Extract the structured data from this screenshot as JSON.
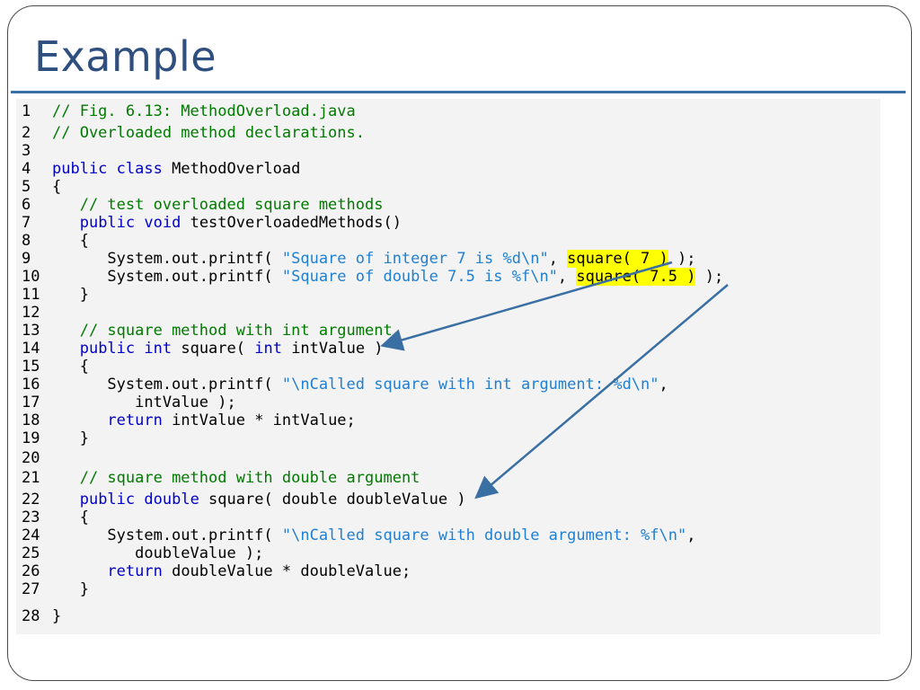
{
  "slide": {
    "title": "Example"
  },
  "code": [
    {
      "n": "1",
      "parts": [
        {
          "t": "// Fig. 6.13: MethodOverload.java",
          "c": "cmt"
        }
      ]
    },
    {
      "n": "2",
      "parts": [
        {
          "t": "// Overloaded method declarations.",
          "c": "cmt"
        }
      ]
    },
    {
      "n": "3",
      "parts": []
    },
    {
      "n": "4",
      "parts": [
        {
          "t": "public",
          "c": "kw"
        },
        {
          "t": " "
        },
        {
          "t": "class",
          "c": "kw"
        },
        {
          "t": " MethodOverload"
        }
      ]
    },
    {
      "n": "5",
      "parts": [
        {
          "t": "{"
        }
      ]
    },
    {
      "n": "6",
      "parts": [
        {
          "t": "   "
        },
        {
          "t": "// test overloaded square methods",
          "c": "cmt"
        }
      ]
    },
    {
      "n": "7",
      "parts": [
        {
          "t": "   "
        },
        {
          "t": "public",
          "c": "kw"
        },
        {
          "t": " "
        },
        {
          "t": "void",
          "c": "kw"
        },
        {
          "t": " testOverloadedMethods()"
        }
      ]
    },
    {
      "n": "8",
      "parts": [
        {
          "t": "   {"
        }
      ]
    },
    {
      "n": "9",
      "parts": [
        {
          "t": "      System.out.printf( "
        },
        {
          "t": "\"Square of integer 7 is %d\\n\"",
          "c": "str"
        },
        {
          "t": ", "
        },
        {
          "t": "square( 7 )",
          "c": "hl"
        },
        {
          "t": " );"
        }
      ]
    },
    {
      "n": "10",
      "parts": [
        {
          "t": "      System.out.printf( "
        },
        {
          "t": "\"Square of double 7.5 is %f\\n\"",
          "c": "str"
        },
        {
          "t": ", "
        },
        {
          "t": "square( 7.5 )",
          "c": "hl"
        },
        {
          "t": " );"
        }
      ]
    },
    {
      "n": "11",
      "parts": [
        {
          "t": "   }"
        }
      ]
    },
    {
      "n": "12",
      "parts": []
    },
    {
      "n": "13",
      "parts": [
        {
          "t": "   "
        },
        {
          "t": "// square method with int argument",
          "c": "cmt"
        }
      ]
    },
    {
      "n": "14",
      "parts": [
        {
          "t": "   "
        },
        {
          "t": "public",
          "c": "kw"
        },
        {
          "t": " "
        },
        {
          "t": "int",
          "c": "kw"
        },
        {
          "t": " square( "
        },
        {
          "t": "int",
          "c": "kw"
        },
        {
          "t": " intValue )"
        }
      ]
    },
    {
      "n": "15",
      "parts": [
        {
          "t": "   {"
        }
      ]
    },
    {
      "n": "16",
      "parts": [
        {
          "t": "      System.out.printf( "
        },
        {
          "t": "\"\\nCalled square with int argument: %d\\n\"",
          "c": "str"
        },
        {
          "t": ","
        }
      ]
    },
    {
      "n": "17",
      "parts": [
        {
          "t": "         intValue );"
        }
      ]
    },
    {
      "n": "18",
      "parts": [
        {
          "t": "      "
        },
        {
          "t": "return",
          "c": "kw"
        },
        {
          "t": " intValue * intValue;"
        }
      ]
    },
    {
      "n": "19",
      "parts": [
        {
          "t": "   }"
        }
      ]
    },
    {
      "n": "20",
      "parts": []
    },
    {
      "n": "21",
      "parts": [
        {
          "t": "   "
        },
        {
          "t": "// square method with double argument",
          "c": "cmt"
        }
      ]
    },
    {
      "n": "22",
      "parts": [
        {
          "t": "   "
        },
        {
          "t": "public",
          "c": "kw"
        },
        {
          "t": " "
        },
        {
          "t": "double",
          "c": "kw"
        },
        {
          "t": " square( double doubleValue )"
        }
      ]
    },
    {
      "n": "23",
      "parts": [
        {
          "t": "   {"
        }
      ]
    },
    {
      "n": "24",
      "parts": [
        {
          "t": "      System.out.printf( "
        },
        {
          "t": "\"\\nCalled square with double argument: %f\\n\"",
          "c": "str"
        },
        {
          "t": ","
        }
      ]
    },
    {
      "n": "25",
      "parts": [
        {
          "t": "         doubleValue );"
        }
      ]
    },
    {
      "n": "26",
      "parts": [
        {
          "t": "      "
        },
        {
          "t": "return",
          "c": "kw"
        },
        {
          "t": " doubleValue * doubleValue;"
        }
      ]
    },
    {
      "n": "27",
      "parts": [
        {
          "t": "   }"
        }
      ]
    },
    {
      "n": "28",
      "parts": [
        {
          "t": "}"
        }
      ]
    }
  ],
  "colors": {
    "title": "#2f4f7f",
    "rule": "#3a6fa3",
    "comment": "#007a00",
    "keyword": "#0000c8",
    "string": "#1f7fd2",
    "highlight": "#ffff00",
    "arrow": "#3a6fa3"
  }
}
